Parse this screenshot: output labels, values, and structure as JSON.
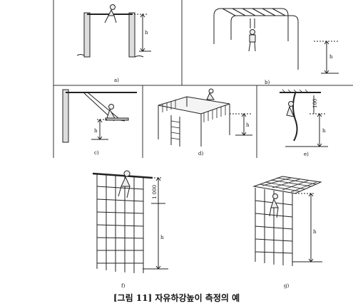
{
  "panels": [
    {
      "label": "a)",
      "height_label": "h"
    },
    {
      "label": "b)",
      "height_label": "h"
    },
    {
      "label": "c)",
      "height_label": "h"
    },
    {
      "label": "d)",
      "height_label": "h"
    },
    {
      "label": "e)",
      "height_label": "h",
      "top_label": "100"
    },
    {
      "label": "f)",
      "height_label": "h",
      "top_label": "1 000"
    },
    {
      "label": "g)",
      "height_label": "h"
    }
  ],
  "caption": "[그림 11] 자유하강높이 측정의 예"
}
